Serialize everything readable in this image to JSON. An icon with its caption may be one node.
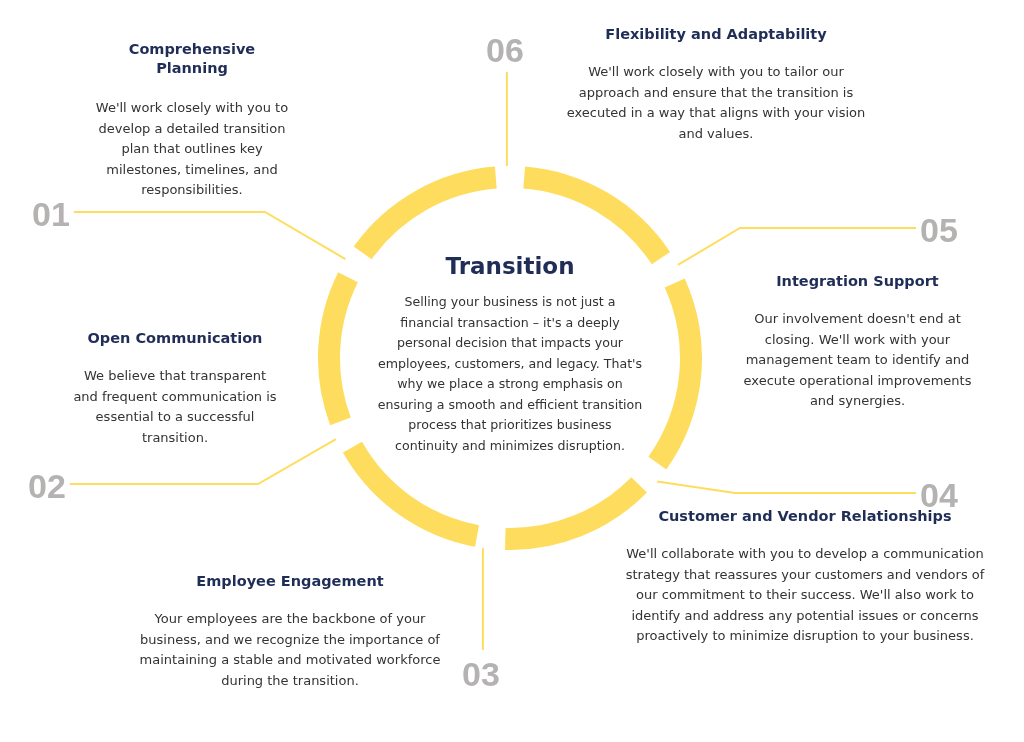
{
  "diagram": {
    "nodes": [
      {
        "text": [
          "Transition",
          "Selling your business is not just a financial transaction – it's a deeply personal decision that impacts your employees, customers, and legacy. That's why we place a strong emphasis on ensuring a smooth and efficient transition process that prioritizes business continuity and minimizes disruption."
        ]
      },
      {
        "text": [
          "Comprehensive Planning",
          "We'll work closely with you to develop a detailed transition plan that outlines key milestones, timelines, and responsibilities."
        ]
      },
      {
        "text": [
          "Open Communication",
          "We believe that transparent and frequent communication is essential to a successful transition."
        ]
      },
      {
        "text": [
          "Employee Engagement",
          "Your employees are the backbone of your business, and we recognize the importance of maintaining a stable and motivated workforce during the transition."
        ]
      },
      {
        "text": [
          "Customer and Vendor Relationships",
          "We'll collaborate with you to develop a communication strategy that reassures your customers and vendors of our commitment to their success. We'll also work to identify and address any potential issues or concerns proactively to minimize disruption to your business."
        ]
      },
      {
        "text": [
          "Integration Support",
          "Our involvement doesn't end at closing. We'll work with your management team to identify and execute operational improvements and synergies."
        ]
      },
      {
        "text": [
          "Flexibility and Adaptability",
          "We'll work closely with you to tailor our approach and ensure that the transition is executed in a way that aligns with your vision and values."
        ]
      },
      {
        "text": [
          "01"
        ]
      },
      {
        "text": [
          "02"
        ]
      },
      {
        "text": [
          "03"
        ]
      },
      {
        "text": [
          "04"
        ]
      },
      {
        "text": [
          "05"
        ]
      },
      {
        "text": [
          "06"
        ]
      }
    ],
    "edges": [
      {
        "from": 7,
        "to": 0,
        "arrow": "none"
      },
      {
        "from": 8,
        "to": 0,
        "arrow": "none"
      },
      {
        "from": 9,
        "to": 0,
        "arrow": "none"
      },
      {
        "from": 10,
        "to": 0,
        "arrow": "none"
      },
      {
        "from": 11,
        "to": 0,
        "arrow": "none"
      },
      {
        "from": 12,
        "to": 0,
        "arrow": "none"
      }
    ]
  }
}
